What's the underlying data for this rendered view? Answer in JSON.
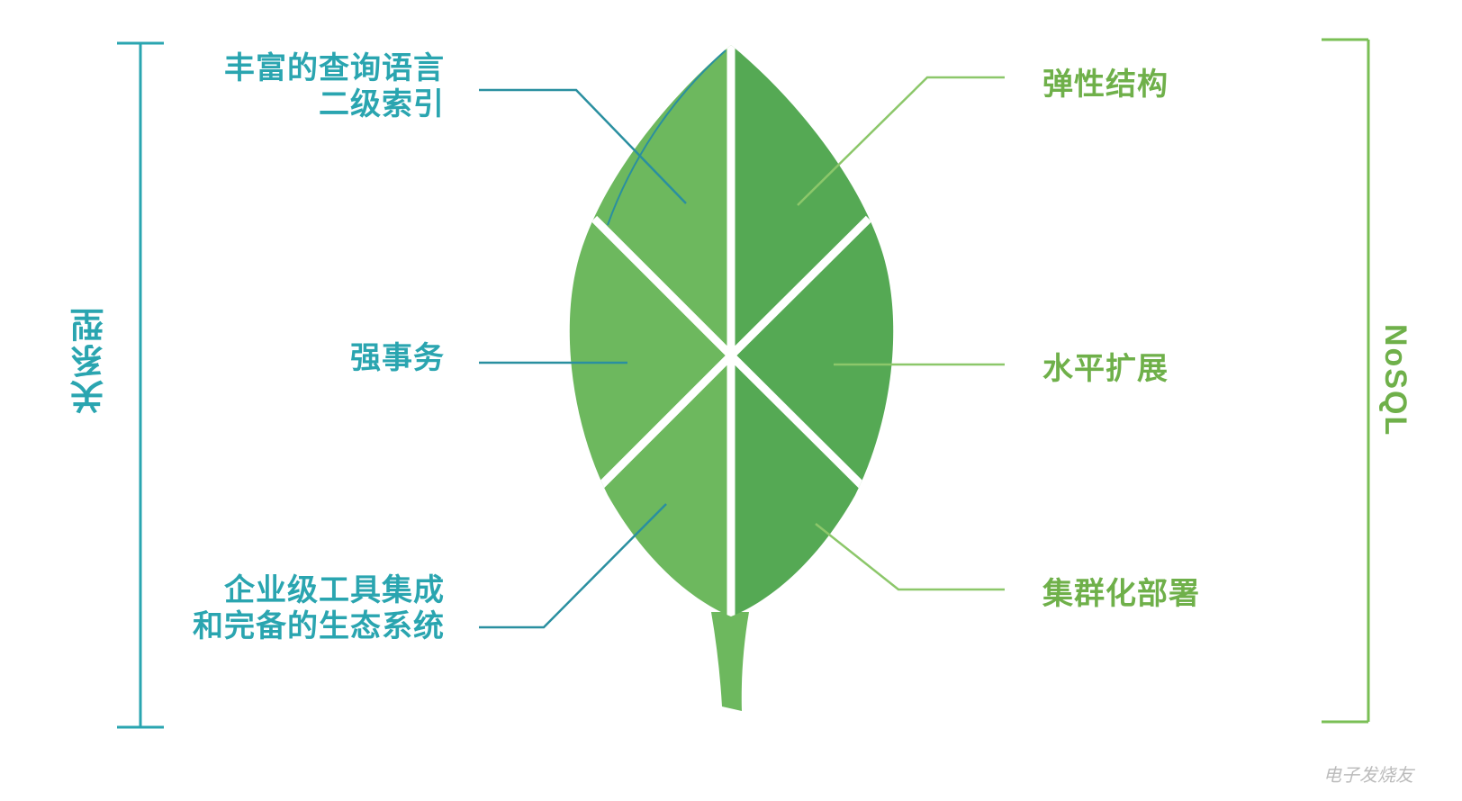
{
  "left_group": {
    "title": "关系型",
    "color": "#2aa5b0",
    "items": [
      {
        "lines": [
          "丰富的查询语言",
          "二级索引"
        ]
      },
      {
        "lines": [
          "强事务"
        ]
      },
      {
        "lines": [
          "企业级工具集成",
          "和完备的生态系统"
        ]
      }
    ]
  },
  "right_group": {
    "title": "NoSQL",
    "color": "#6fb04a",
    "items": [
      {
        "lines": [
          "弹性结构"
        ]
      },
      {
        "lines": [
          "水平扩展"
        ]
      },
      {
        "lines": [
          "集群化部署"
        ]
      }
    ]
  },
  "leaf": {
    "left_color": "#6db85e",
    "right_color": "#55a954"
  },
  "watermark": "电子发烧友"
}
